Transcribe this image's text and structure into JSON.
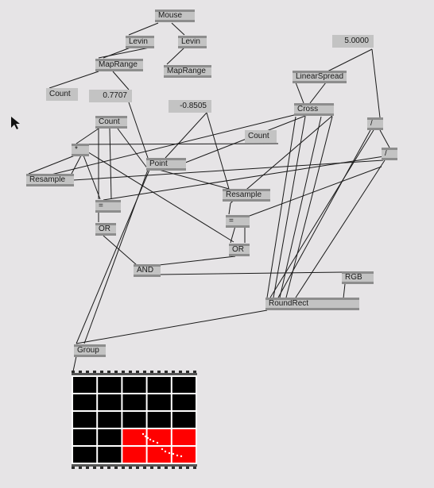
{
  "colors": {
    "background": "#e6e4e6",
    "node": "#c3c3c3",
    "wire": "#1a1a1a",
    "render_black": "#000000",
    "render_red": "#ff0000",
    "render_grid": "#ffffff"
  },
  "nodes": {
    "mouse": "Mouse",
    "levin_1": "Levin",
    "levin_2": "Levin",
    "maprange_1": "MapRange",
    "maprange_2": "MapRange",
    "count_1": "Count",
    "value_1": "0.7707",
    "value_2": "-0.8505",
    "count_2": "Count",
    "multiply": "*",
    "point": "Point",
    "count_3": "Count",
    "resample_1": "Resample",
    "equals_1": "=",
    "or_1": "OR",
    "resample_2": "Resample",
    "equals_2": "=",
    "or_2": "OR",
    "and": "AND",
    "value_3": "5.0000",
    "linearspread": "LinearSpread",
    "cross": "Cross",
    "divide_1": "/",
    "divide_2": "/",
    "rgb": "RGB",
    "roundrect": "RoundRect",
    "group": "Group"
  },
  "renderer": {
    "columns": 5,
    "rows": 5,
    "red_cells": [
      [
        2,
        3
      ],
      [
        3,
        3
      ],
      [
        4,
        3
      ],
      [
        2,
        4
      ],
      [
        3,
        4
      ],
      [
        4,
        4
      ]
    ]
  }
}
